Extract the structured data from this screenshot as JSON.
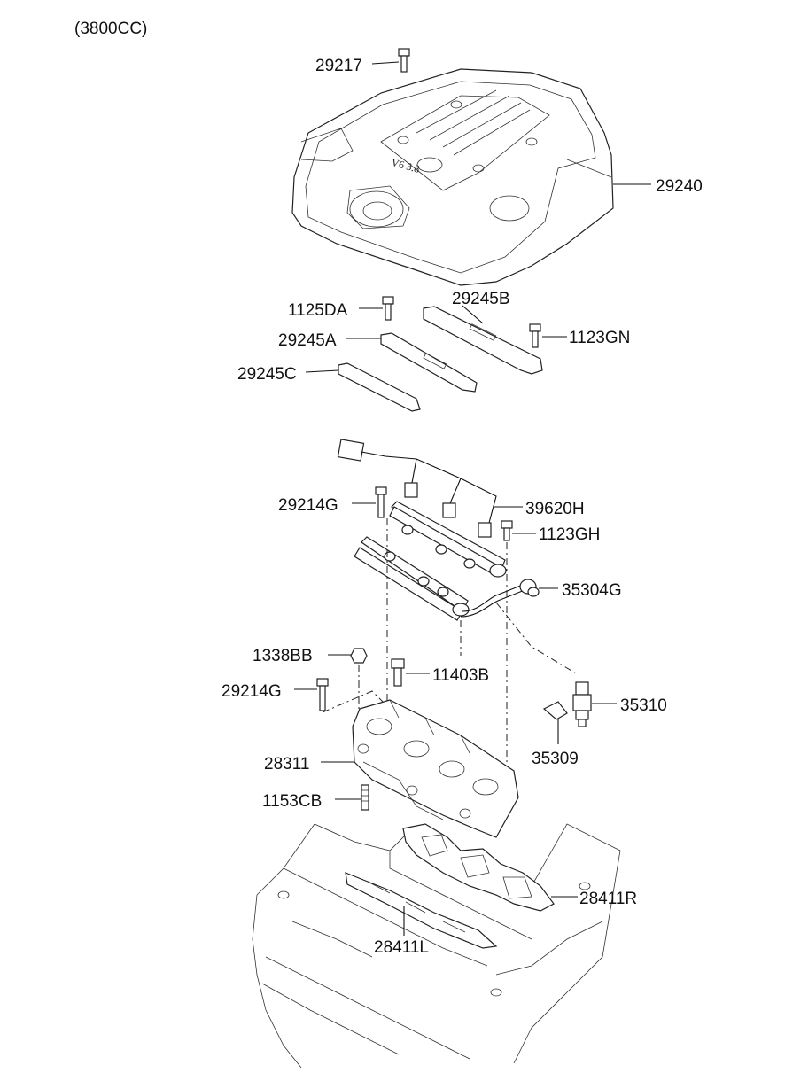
{
  "engine_note": "(3800CC)",
  "cover_badge": "V6 3.8",
  "labels": {
    "p29217": "29217",
    "p29240": "29240",
    "p1125DA": "1125DA",
    "p29245B": "29245B",
    "p29245A": "29245A",
    "p1123GN": "1123GN",
    "p29245C": "29245C",
    "p29214G_top": "29214G",
    "p39620H": "39620H",
    "p1123GH": "1123GH",
    "p35304G": "35304G",
    "p1338BB": "1338BB",
    "p11403B": "11403B",
    "p29214G_low": "29214G",
    "p35310": "35310",
    "p35309": "35309",
    "p28311": "28311",
    "p1153CB": "1153CB",
    "p28411R": "28411R",
    "p28411L": "28411L"
  }
}
